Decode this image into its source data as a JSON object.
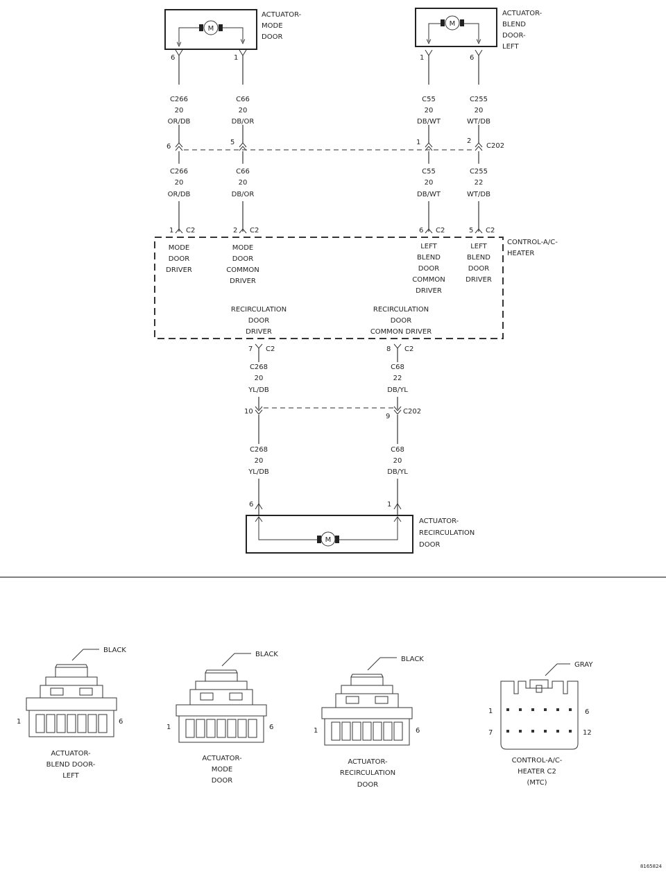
{
  "components": {
    "mode_door": [
      "ACTUATOR-",
      "MODE",
      "DOOR"
    ],
    "blend_door": [
      "ACTUATOR-",
      "BLEND",
      "DOOR-",
      "LEFT"
    ],
    "control": [
      "CONTROL-A/C-",
      "HEATER"
    ],
    "recirc_door": [
      "ACTUATOR-",
      "RECIRCULATION",
      "DOOR"
    ]
  },
  "motor_symbol": "M",
  "connectors": {
    "c2": "C2",
    "c202": "C202"
  },
  "wires_upper": [
    {
      "circuit": "C266",
      "gauge": "20",
      "color": "OR/DB",
      "actuator_pin": "6",
      "c202_pin": "6",
      "lower_circuit": "C266",
      "lower_gauge": "20",
      "lower_color": "OR/DB",
      "c2_pin": "1"
    },
    {
      "circuit": "C66",
      "gauge": "20",
      "color": "DB/OR",
      "actuator_pin": "1",
      "c202_pin": "5",
      "lower_circuit": "C66",
      "lower_gauge": "20",
      "lower_color": "DB/OR",
      "c2_pin": "2"
    },
    {
      "circuit": "C55",
      "gauge": "20",
      "color": "DB/WT",
      "actuator_pin": "1",
      "c202_pin": "1",
      "lower_circuit": "C55",
      "lower_gauge": "20",
      "lower_color": "DB/WT",
      "c2_pin": "6"
    },
    {
      "circuit": "C255",
      "gauge": "20",
      "color": "WT/DB",
      "actuator_pin": "6",
      "c202_pin": "2",
      "lower_circuit": "C255",
      "lower_gauge": "22",
      "lower_color": "WT/DB",
      "c2_pin": "5"
    }
  ],
  "wires_lower": [
    {
      "circuit": "C268",
      "gauge": "20",
      "color": "YL/DB",
      "c2_pin": "7",
      "c202_pin": "10",
      "lower_circuit": "C268",
      "lower_gauge": "20",
      "lower_color": "YL/DB",
      "actuator_pin": "6"
    },
    {
      "circuit": "C68",
      "gauge": "22",
      "color": "DB/YL",
      "c2_pin": "8",
      "c202_pin": "9",
      "lower_circuit": "C68",
      "lower_gauge": "20",
      "lower_color": "DB/YL",
      "actuator_pin": "1"
    }
  ],
  "drivers": {
    "mode_door_driver": [
      "MODE",
      "DOOR",
      "DRIVER"
    ],
    "mode_door_common": [
      "MODE",
      "DOOR",
      "COMMON",
      "DRIVER"
    ],
    "left_blend_common": [
      "LEFT",
      "BLEND",
      "DOOR",
      "COMMON",
      "DRIVER"
    ],
    "left_blend_driver": [
      "LEFT",
      "BLEND",
      "DOOR",
      "DRIVER"
    ],
    "recirc_driver": [
      "RECIRCULATION",
      "DOOR",
      "DRIVER"
    ],
    "recirc_common": [
      "RECIRCULATION",
      "DOOR",
      "COMMON DRIVER"
    ]
  },
  "connector_views": [
    {
      "color": "BLACK",
      "pin_left": "1",
      "pin_right": "6",
      "caption": [
        "ACTUATOR-",
        "BLEND DOOR-",
        "LEFT"
      ]
    },
    {
      "color": "BLACK",
      "pin_left": "1",
      "pin_right": "6",
      "caption": [
        "ACTUATOR-",
        "MODE",
        "DOOR"
      ]
    },
    {
      "color": "BLACK",
      "pin_left": "1",
      "pin_right": "6",
      "caption": [
        "ACTUATOR-",
        "RECIRCULATION",
        "DOOR"
      ]
    },
    {
      "color": "GRAY",
      "pin_top_left": "1",
      "pin_top_right": "6",
      "pin_bottom_left": "7",
      "pin_bottom_right": "12",
      "caption": [
        "CONTROL-A/C-",
        "HEATER C2",
        "(MTC)"
      ]
    }
  ],
  "figure_id": "8165824"
}
